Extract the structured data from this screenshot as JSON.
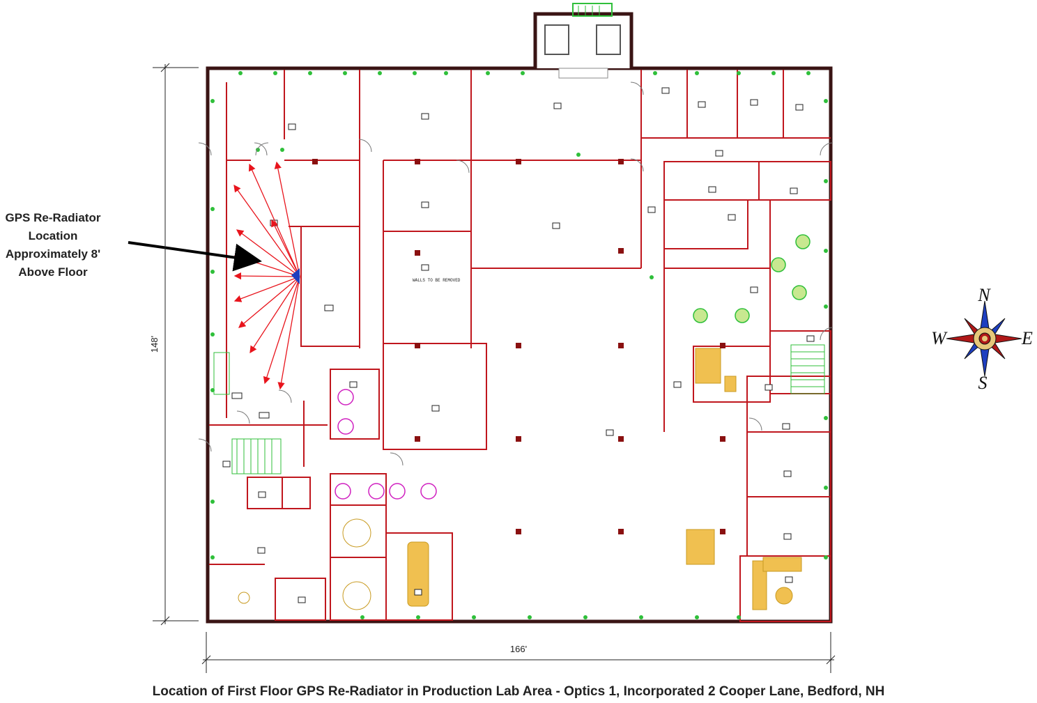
{
  "annotation": {
    "lines": [
      "GPS Re-Radiator",
      "Location",
      "Approximately 8'",
      "Above Floor"
    ]
  },
  "dimensions": {
    "height": "148'",
    "width": "166'"
  },
  "compass": {
    "n": "N",
    "e": "E",
    "s": "S",
    "w": "W"
  },
  "plan_notes": {
    "walls_removed": "WALLS TO BE REMOVED"
  },
  "caption": "Location of First Floor GPS Re-Radiator in Production Lab Area - Optics 1, Incorporated 2 Cooper Lane, Bedford, NH",
  "colors": {
    "wall_outer": "#3a1414",
    "wall_red": "#c0161d",
    "signal": "#e8141c",
    "arrow": "#000000",
    "green_marker": "#2fbf3a",
    "furniture": "#f0c050"
  }
}
